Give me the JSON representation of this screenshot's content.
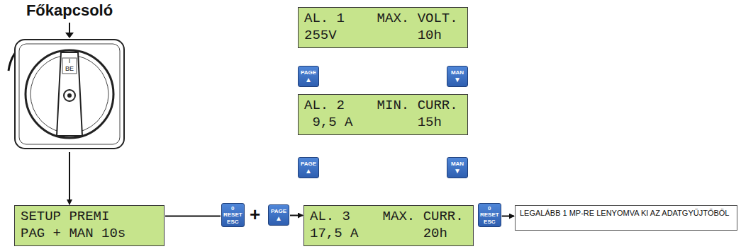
{
  "diagram": {
    "nodes": [
      {
        "text": [
          "Főkapcsoló",
          "I",
          "BE"
        ]
      },
      {
        "text": [
          "AL. 1    MAX. VOLT.",
          "255V          10h"
        ]
      },
      {
        "text": [
          "PAGE",
          "▲"
        ]
      },
      {
        "text": [
          "MAN",
          "▼"
        ]
      },
      {
        "text": [
          "AL. 2    MIN. CURR.",
          " 9,5 A        15h"
        ]
      },
      {
        "text": [
          "PAGE",
          "▲"
        ]
      },
      {
        "text": [
          "MAN",
          "▼"
        ]
      },
      {
        "text": [
          "SETUP PREMI",
          "PAG + MAN 10s"
        ]
      },
      {
        "text": [
          "0",
          "RESET",
          "ESC"
        ]
      },
      {
        "text": [
          "PAGE",
          "▲"
        ]
      },
      {
        "text": [
          "AL. 3    MAX. CURR.",
          "17,5 A        20h"
        ]
      },
      {
        "text": [
          "0",
          "RESET",
          "ESC"
        ]
      },
      {
        "text": [
          "LEGALÁBB 1 MP-RE LENYOMVA KI AZ ADATGYŰJTŐBŐL"
        ]
      }
    ],
    "edges": [
      {
        "from": 0,
        "to": 7,
        "arrow": "to"
      },
      {
        "from": 7,
        "to": 8,
        "arrow": "none"
      },
      {
        "from": 9,
        "to": 10,
        "arrow": "to"
      },
      {
        "from": 11,
        "to": 12,
        "arrow": "to"
      }
    ],
    "labels": [
      "+"
    ]
  }
}
